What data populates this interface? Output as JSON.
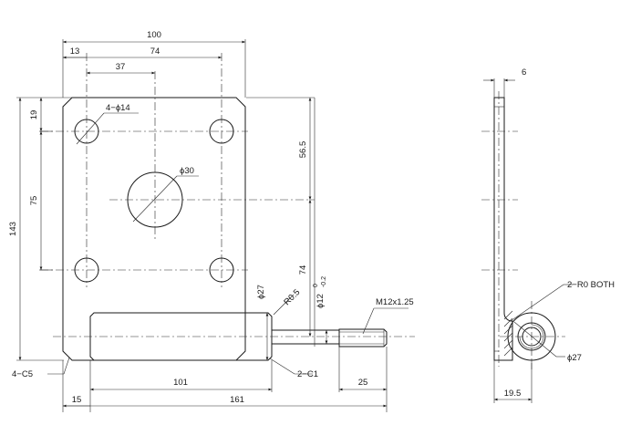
{
  "dimensions": {
    "d100": "100",
    "d13": "13",
    "d74_top": "74",
    "d37": "37",
    "d4_phi14": "4−ϕ14",
    "d19": "19",
    "d75": "75",
    "d143": "143",
    "d56_5": "56.5",
    "d74_side": "74",
    "d_phi30": "ϕ30",
    "d_phi27_shaft": "ϕ27",
    "d_R05": "R0.5",
    "d_phi12": "ϕ12",
    "d_tol_upper": "0",
    "d_tol_lower": "-0.2",
    "d_M12": "M12x1.25",
    "d4_C5": "4−C5",
    "d2_C1": "2−C1",
    "d101": "101",
    "d25": "25",
    "d15": "15",
    "d161": "161",
    "d6": "6",
    "d2_R0_both": "2−R0 BOTH",
    "d_phi27_side": "ϕ27",
    "d19_5": "19.5"
  }
}
